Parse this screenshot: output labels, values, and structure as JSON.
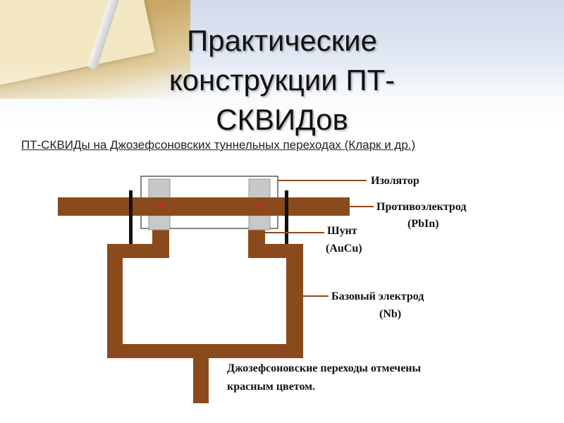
{
  "slide": {
    "title_line1": "Практические",
    "title_line2": "конструкции ПТ-",
    "title_line3": "СКВИДов",
    "subtitle": "ПТ-СКВИДы на Джозефсоновских туннельных переходах (Кларк и др.)"
  },
  "diagram": {
    "labels": {
      "insulator": "Изолятор",
      "counter_electrode_1": "Противоэлектрод",
      "counter_electrode_2": "(PbIn)",
      "shunt_1": "Шунт",
      "shunt_2": "(AuCu)",
      "base_electrode_1": "Базовый электрод",
      "base_electrode_2": "(Nb)",
      "note_1": "Джозефсоновские переходы отмечены",
      "note_2": "красным цветом."
    },
    "colors": {
      "electrode": "#8b4a1c",
      "shunt": "#c8c8c8",
      "junction": "#e02020",
      "insulator_outline": "#333333",
      "leader_line": "#8b4a1c"
    }
  }
}
